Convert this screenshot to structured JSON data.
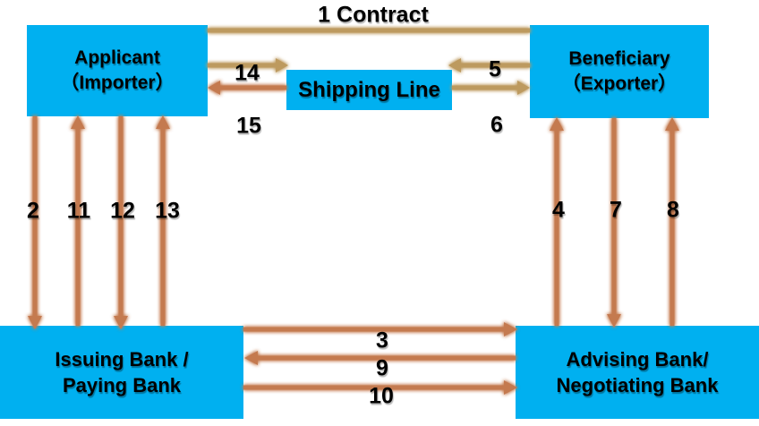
{
  "boxes": {
    "applicant": {
      "line1": "Applicant",
      "line2": "（Importer）"
    },
    "beneficiary": {
      "line1": "Beneficiary",
      "line2": "（Exporter）"
    },
    "shipping_line": {
      "line1": "Shipping Line"
    },
    "issuing_bank": {
      "line1": "Issuing Bank /",
      "line2": "Paying Bank"
    },
    "advising_bank": {
      "line1": "Advising Bank/",
      "line2": "Negotiating Bank"
    }
  },
  "arrow_labels": {
    "a1": "1 Contract",
    "a2": "2",
    "a3": "3",
    "a4": "4",
    "a5": "5",
    "a6": "6",
    "a7": "7",
    "a8": "8",
    "a9": "9",
    "a10": "10",
    "a11": "11",
    "a12": "12",
    "a13": "13",
    "a14": "14",
    "a15": "15"
  },
  "colors": {
    "box_fill": "#00b0f0",
    "text": "#000000",
    "tan_arrow": "#bd9a5e",
    "orange_arrow": "#c47a50"
  }
}
